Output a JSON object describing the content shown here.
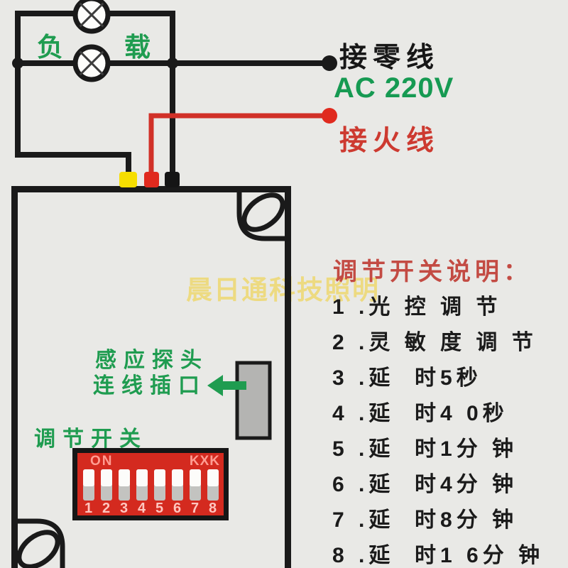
{
  "labels": {
    "load": "负载",
    "neutral": "接零线",
    "voltage": "AC 220V",
    "live": "接火线",
    "sensor_line1": "感应探头",
    "sensor_line2": "连线插口",
    "dip": "调节开关",
    "watermark": "晨日通科技照明"
  },
  "dip_switch": {
    "on_label": "ON",
    "brand_label": "KXK",
    "numbers": [
      "1",
      "2",
      "3",
      "4",
      "5",
      "6",
      "7",
      "8"
    ]
  },
  "instructions": {
    "title": "调节开关说明：",
    "items": [
      "1 .光 控 调 节",
      "2 .灵 敏 度 调 节",
      "3 .延  时5秒",
      "4 .延  时4 0秒",
      "5 .延  时1分 钟",
      "6 .延  时4分 钟",
      "7 .延  时8分 钟",
      "8 .延  时1 6分 钟"
    ]
  },
  "colors": {
    "background": "#e9e9e6",
    "wire_black": "#1a1a1a",
    "wire_red": "#d13128",
    "terminal_yellow": "#f6de00",
    "terminal_red": "#e02a1e",
    "green": "#1f9c50",
    "title_red": "#c34b43",
    "dip_red": "#d42a1f",
    "watermark_yellow": "#eeda7c",
    "connector_gray": "#b4b4b2"
  }
}
